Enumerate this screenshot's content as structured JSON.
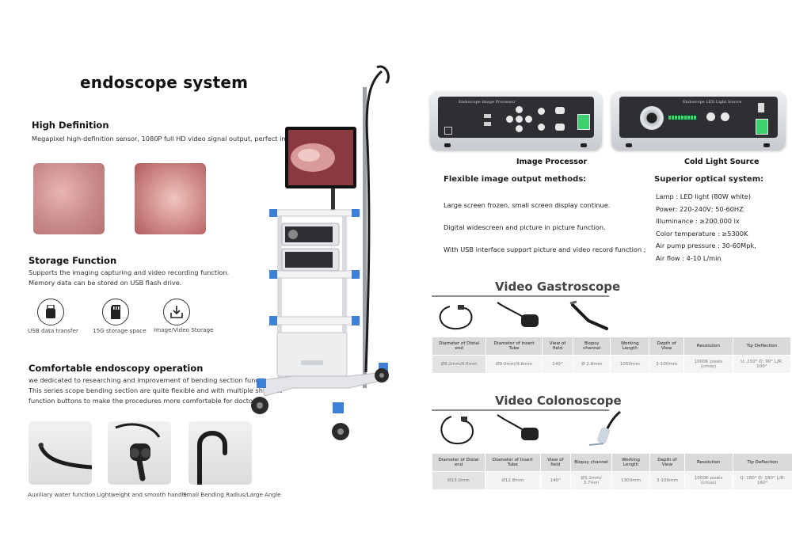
{
  "title": "endoscope system",
  "high_definition": {
    "heading": "High Definition",
    "text": "Megapixel high-definition sensor, 1080P full HD video signal output, perfect image."
  },
  "storage": {
    "heading": "Storage Function",
    "line1": "Supports the imaging capturing and video recording function.",
    "line2": "Memory data can be stored on USB flash drive.",
    "icons": [
      {
        "label": "USB data transfer",
        "icon": "usb-icon"
      },
      {
        "label": "15G storage space",
        "icon": "sd-card-icon"
      },
      {
        "label": "Image/Video Storage",
        "icon": "download-tray-icon"
      }
    ]
  },
  "comfortable": {
    "heading": "Comfortable endoscopy operation",
    "line1": "we dedicated to researching and improvement of bending section function.",
    "line2": "This series scope bending section are quite flexible and with multiple shortcut",
    "line3": "function buttons to make the procedures more comfortable for doctors.",
    "captions": [
      "Auxiliary water function",
      "Lightweight and smooth handle",
      "Small Bending Radius/Large Angle"
    ]
  },
  "devices": {
    "image_processor": {
      "label": "Image Processor",
      "panel_text": "Endoscope Image Processor",
      "feature_heading": "Flexible image output methods:",
      "features": [
        "Large screen frozen, small screen display continue.",
        "Digital widescreen and picture in picture function.",
        "With USB interface support picture and video record function ;"
      ]
    },
    "light_source": {
      "label": "Cold Light Source",
      "panel_text": "Endoscope LED Light Source",
      "feature_heading": "Superior optical system:",
      "features": [
        "Lamp : LED light (80W white)",
        "Power: 220-240V; 50-60HZ",
        "Illuminance : ≥200,000 lx",
        "Color temperature : ≥5300K",
        "Air pump pressure : 30-60Mpk,",
        "Air flow : 4-10 L/min"
      ]
    }
  },
  "gastroscope": {
    "heading": "Video Gastroscope",
    "headers": [
      "Diameter of Distal end",
      "Diameter of Insert Tube",
      "View of field",
      "Biopsy channel",
      "Working Length",
      "Depth of View",
      "Resolution",
      "Tip Deflection"
    ],
    "values": [
      "Ø9.2mm/9.8mm",
      "Ø9.0mm/9.6mm",
      "140°",
      "Ø 2.8mm",
      "1050mm",
      "3-100mm",
      "1000K pixels (cmos)",
      "U: 210° D: 90° L/R: 100°"
    ]
  },
  "colonoscope": {
    "heading": "Video Colonoscope",
    "headers": [
      "Diameter of Distal end",
      "Diameter of Insert Tube",
      "View of field",
      "Biopsy channel",
      "Working Length",
      "Depth of View",
      "Resolution",
      "Tip Deflection"
    ],
    "values": [
      "Ø13.0mm",
      "Ø12.8mm",
      "140°",
      "Ø3.2mm/ 3.7mm",
      "1300mm",
      "3-100mm",
      "1000K pixels (cmos)",
      "U: 180° D: 180° L/R: 160°"
    ]
  },
  "colors": {
    "accent_blue": "#3f7fd6",
    "panel_dark": "#2d2f33",
    "green_led": "#3bd16f"
  }
}
